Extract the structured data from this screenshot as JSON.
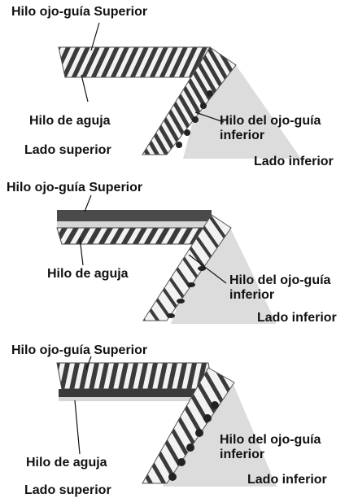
{
  "colors": {
    "ink": "#111111",
    "stitch_dark": "#3a3a3a",
    "stitch_light": "#f2f2f2",
    "fabric_bottom": "#dcdcdc",
    "background": "#ffffff"
  },
  "panels": [
    {
      "upper_looper_label": "Hilo ojo-guía Superior",
      "needle_label": "Hilo de aguja",
      "lower_looper_label": "Hilo del ojo-guía inferior",
      "upper_side_label": "Lado superior",
      "lower_side_label": "Lado inferior"
    },
    {
      "upper_looper_label": "Hilo ojo-guía Superior",
      "needle_label": "Hilo de aguja",
      "lower_looper_label": "Hilo del ojo-guía inferior",
      "lower_side_label": "Lado inferior"
    },
    {
      "upper_looper_label": "Hilo ojo-guía Superior",
      "needle_label": "Hilo de aguja",
      "lower_looper_label": "Hilo del ojo-guía inferior",
      "lower_side_label": "Lado inferior",
      "upper_side_label": "Lado superior"
    }
  ]
}
